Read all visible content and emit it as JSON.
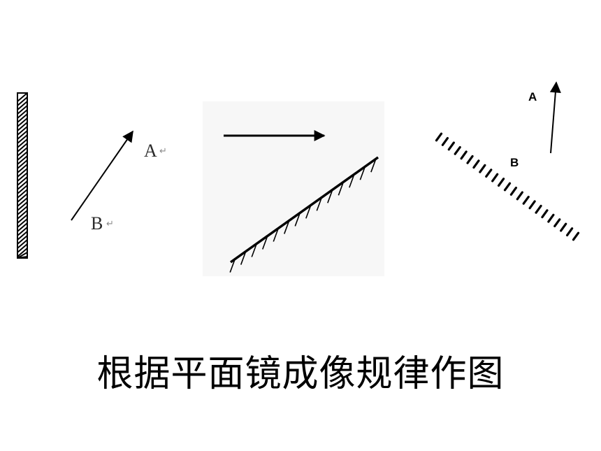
{
  "colors": {
    "background": "#ffffff",
    "ink": "#000000",
    "panel": "#f7f7f7",
    "return_mark": "#8a8a8a"
  },
  "figure1": {
    "label_a": "A",
    "label_b": "B",
    "return_mark": "↵"
  },
  "figure3": {
    "label_a": "A",
    "label_b": "B"
  },
  "caption": "根据平面镜成像规律作图"
}
